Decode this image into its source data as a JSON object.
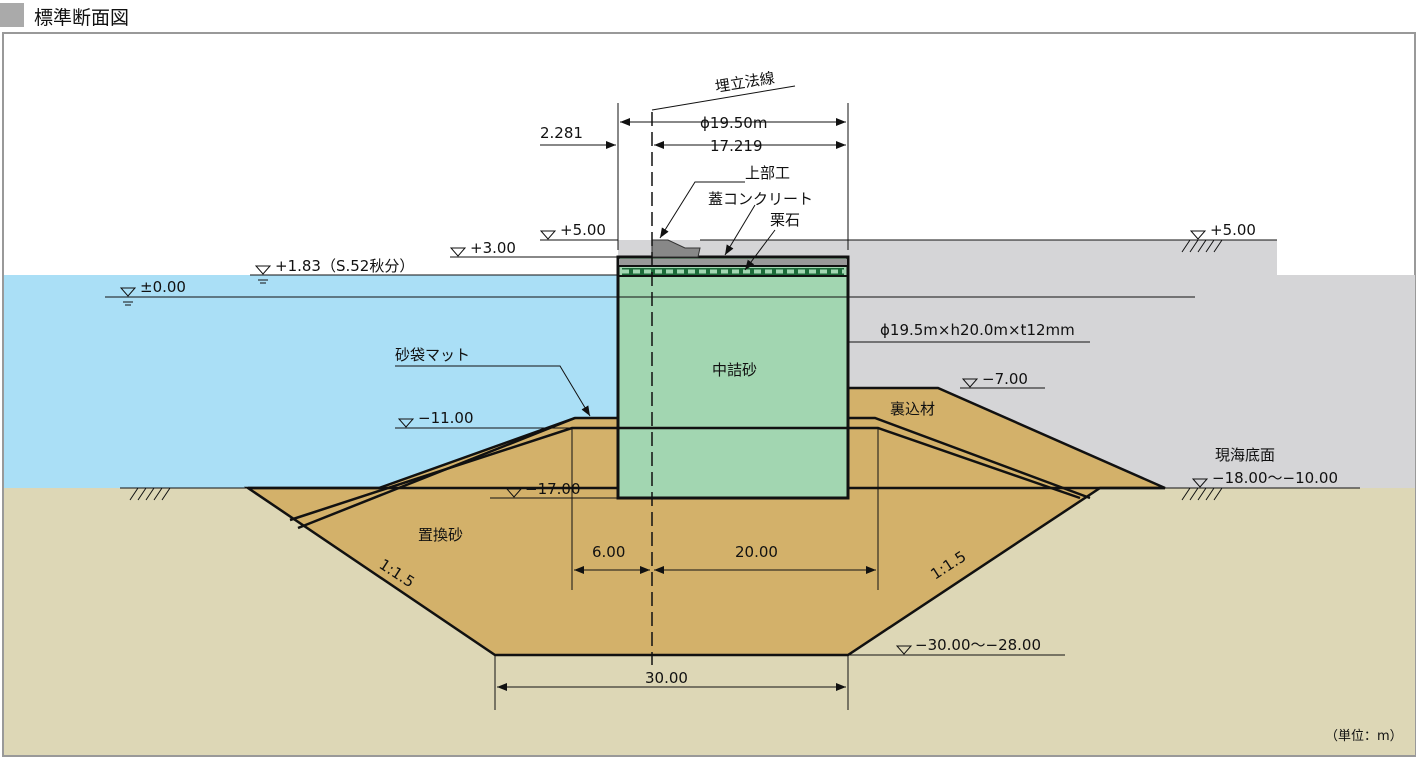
{
  "title": "標準断面図",
  "labels": {
    "reclaim_line": "埋立法線",
    "dia": "ϕ19.50m",
    "offset": "2.281",
    "d17": "17.219",
    "superstructure": "上部工",
    "cover_concrete": "蓋コンクリート",
    "gravel": "栗石",
    "lv_p5_left": "+5.00",
    "lv_p5_right": "+5.00",
    "lv_p3": "+3.00",
    "lv_p183": "+1.83（S.52秋分）",
    "lv_0": "±0.00",
    "caisson_spec": "ϕ19.5m×h20.0m×t12mm",
    "fill_sand": "中詰砂",
    "sandbag_mat": "砂袋マット",
    "lv_m7": "−7.00",
    "backfill": "裏込材",
    "lv_m11": "−11.00",
    "seabed": "現海底面",
    "lv_seabed": "−18.00〜−10.00",
    "lv_m17": "−17.00",
    "replace_sand": "置換砂",
    "w6": "6.00",
    "w20": "20.00",
    "slope_left": "1:1.5",
    "slope_right": "1:1.5",
    "lv_bottom": "−30.00〜−28.00",
    "w30": "30.00",
    "unit": "（単位：m）"
  },
  "colors": {
    "water": "#aadff6",
    "ground": "#ddd7b6",
    "sand": "#d3b16a",
    "caisson": "#a2d6b1",
    "fill": "#d5d5d7"
  }
}
